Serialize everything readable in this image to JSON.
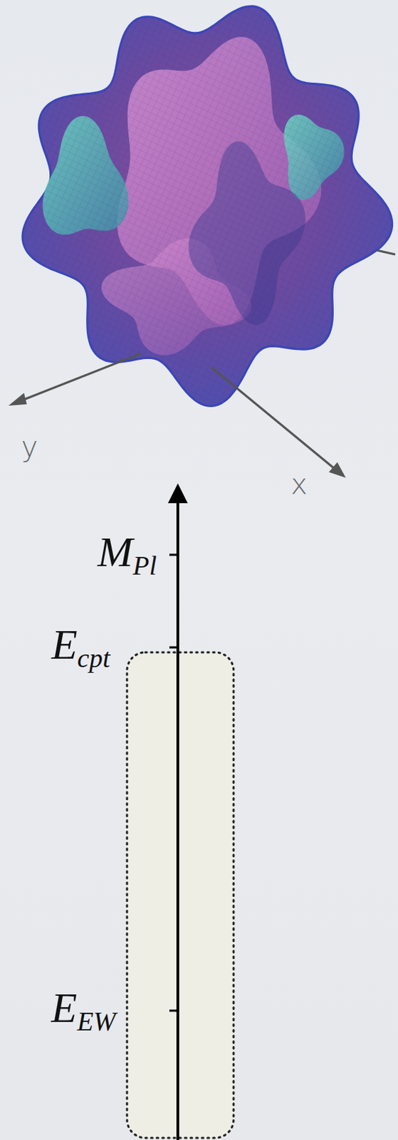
{
  "diagram": {
    "labels": [
      "y",
      "x",
      "M",
      "Pl",
      "E",
      "cpt",
      "E",
      "EW"
    ]
  }
}
